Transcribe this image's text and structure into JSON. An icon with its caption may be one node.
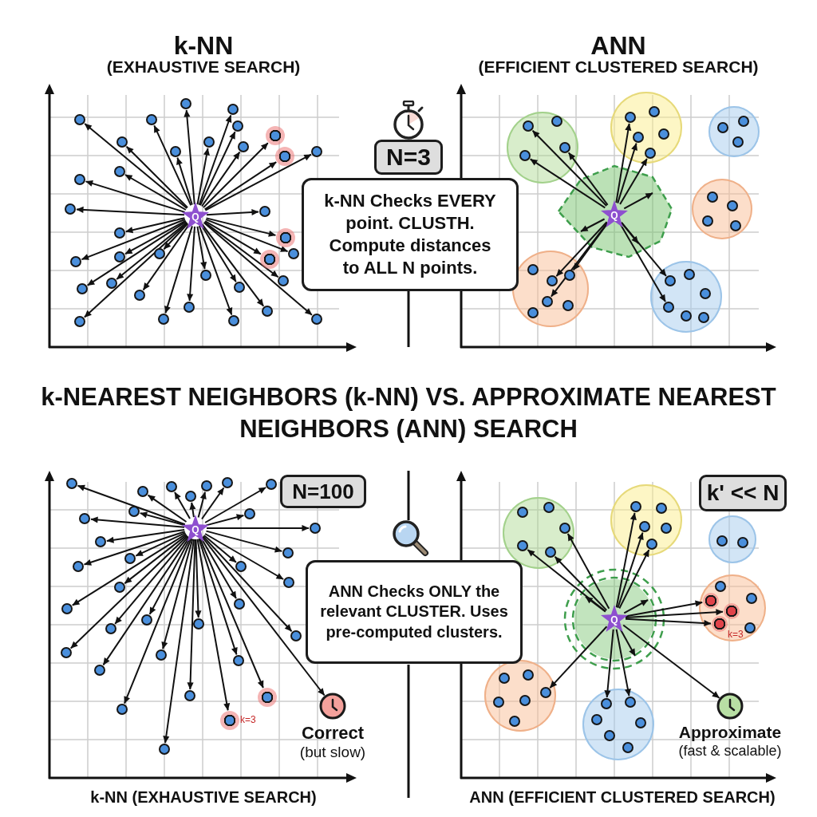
{
  "diagram": {
    "title": "k-NEAREST NEIGHBORS (k-NN) VS. APPROXIMATE NEAREST NEIGHBORS (ANN) SEARCH",
    "nodes": [
      {
        "text": [
          "Q"
        ]
      },
      {
        "text": [],
        "shape": "circle"
      },
      {
        "text": [],
        "shape": "circle"
      },
      {
        "text": [],
        "shape": "circle"
      },
      {
        "text": [],
        "shape": "circle"
      },
      {
        "text": [],
        "shape": "circle"
      },
      {
        "text": [],
        "shape": "circle"
      },
      {
        "text": [],
        "shape": "circle"
      },
      {
        "text": [],
        "shape": "circle"
      },
      {
        "text": [],
        "shape": "circle"
      },
      {
        "text": [],
        "shape": "circle"
      },
      {
        "text": [],
        "shape": "circle"
      },
      {
        "text": [],
        "shape": "circle"
      },
      {
        "text": [],
        "shape": "circle"
      },
      {
        "text": [],
        "shape": "circle"
      },
      {
        "text": [],
        "shape": "circle"
      },
      {
        "text": [],
        "shape": "circle"
      },
      {
        "text": [],
        "shape": "circle"
      },
      {
        "text": [],
        "shape": "circle"
      },
      {
        "text": [],
        "shape": "circle"
      },
      {
        "text": [],
        "shape": "circle"
      },
      {
        "text": [],
        "shape": "circle"
      },
      {
        "text": [],
        "shape": "circle"
      },
      {
        "text": [],
        "shape": "circle"
      },
      {
        "text": [],
        "shape": "circle"
      },
      {
        "text": [],
        "shape": "circle"
      },
      {
        "text": [],
        "shape": "circle"
      },
      {
        "text": [],
        "shape": "circle"
      },
      {
        "text": [],
        "shape": "circle"
      },
      {
        "text": [],
        "shape": "circle"
      },
      {
        "text": [],
        "shape": "circle"
      },
      {
        "text": [],
        "shape": "circle"
      },
      {
        "text": [],
        "shape": "circle"
      },
      {
        "text": [],
        "shape": "circle"
      },
      {
        "text": [],
        "shape": "circle"
      },
      {
        "text": [],
        "shape": "circle"
      },
      {
        "text": [
          "N=3"
        ]
      },
      {
        "text": [
          "k-NN Checks EVERY point. CLUSTH. Compute distances to ALL N points."
        ]
      },
      {
        "text": [],
        "shape": "circle"
      },
      {
        "text": [],
        "shape": "circle",
        "in": 38
      },
      {
        "text": [],
        "shape": "circle",
        "in": 38
      },
      {
        "text": [],
        "shape": "circle",
        "in": 38
      },
      {
        "text": [],
        "shape": "circle",
        "in": 38
      },
      {
        "text": [],
        "shape": "circle"
      },
      {
        "text": [],
        "shape": "circle",
        "in": 43
      },
      {
        "text": [],
        "shape": "circle",
        "in": 43
      },
      {
        "text": [],
        "shape": "circle",
        "in": 43
      },
      {
        "text": [],
        "shape": "circle",
        "in": 43
      },
      {
        "text": [],
        "shape": "circle",
        "in": 43
      },
      {
        "text": [],
        "shape": "circle"
      },
      {
        "text": [],
        "shape": "circle",
        "in": 49
      },
      {
        "text": [],
        "shape": "circle",
        "in": 49
      },
      {
        "text": [],
        "shape": "circle",
        "in": 49
      },
      {
        "text": [],
        "shape": "circle"
      },
      {
        "text": [],
        "shape": "circle",
        "in": 53
      },
      {
        "text": [],
        "shape": "circle",
        "in": 53
      },
      {
        "text": [],
        "shape": "circle",
        "in": 53
      },
      {
        "text": [],
        "shape": "circle",
        "in": 53
      },
      {
        "text": [],
        "shape": "polygon"
      },
      {
        "text": [
          "Q"
        ],
        "in": 58
      },
      {
        "text": [],
        "shape": "circle"
      },
      {
        "text": [],
        "shape": "circle",
        "in": 60
      },
      {
        "text": [],
        "shape": "circle",
        "in": 60
      },
      {
        "text": [],
        "shape": "circle",
        "in": 60
      },
      {
        "text": [],
        "shape": "circle",
        "in": 60
      },
      {
        "text": [],
        "shape": "circle",
        "in": 60
      },
      {
        "text": [],
        "shape": "circle",
        "in": 60
      },
      {
        "text": [],
        "shape": "circle"
      },
      {
        "text": [],
        "shape": "circle",
        "in": 67
      },
      {
        "text": [],
        "shape": "circle",
        "in": 67
      },
      {
        "text": [],
        "shape": "circle",
        "in": 67
      },
      {
        "text": [],
        "shape": "circle",
        "in": 67
      },
      {
        "text": [],
        "shape": "circle",
        "in": 67
      },
      {
        "text": [],
        "shape": "circle",
        "in": 67
      },
      {
        "text": [
          "N=100"
        ]
      },
      {
        "text": [
          "Q"
        ]
      },
      {
        "text": [],
        "shape": "circle"
      },
      {
        "text": [],
        "shape": "circle"
      },
      {
        "text": [],
        "shape": "circle"
      },
      {
        "text": [],
        "shape": "circle"
      },
      {
        "text": [],
        "shape": "circle"
      },
      {
        "text": [],
        "shape": "circle"
      },
      {
        "text": [],
        "shape": "circle"
      },
      {
        "text": [],
        "shape": "circle"
      },
      {
        "text": [],
        "shape": "circle"
      },
      {
        "text": [],
        "shape": "circle"
      },
      {
        "text": [],
        "shape": "circle"
      },
      {
        "text": [],
        "shape": "circle"
      },
      {
        "text": [],
        "shape": "circle"
      },
      {
        "text": [],
        "shape": "circle"
      },
      {
        "text": [],
        "shape": "circle"
      },
      {
        "text": [],
        "shape": "circle"
      },
      {
        "text": [],
        "shape": "circle"
      },
      {
        "text": [],
        "shape": "circle"
      },
      {
        "text": [],
        "shape": "circle"
      },
      {
        "text": [],
        "shape": "circle"
      },
      {
        "text": [],
        "shape": "circle"
      },
      {
        "text": [],
        "shape": "circle"
      },
      {
        "text": [],
        "shape": "circle"
      },
      {
        "text": [],
        "shape": "circle"
      },
      {
        "text": [],
        "shape": "circle"
      },
      {
        "text": [],
        "shape": "circle"
      },
      {
        "text": [],
        "shape": "circle"
      },
      {
        "text": [],
        "shape": "circle"
      },
      {
        "text": [],
        "shape": "circle",
        "beside": [
          "k=3"
        ]
      },
      {
        "text": [],
        "shape": "circle"
      },
      {
        "text": [],
        "shape": "circle"
      },
      {
        "text": [],
        "shape": "circle"
      },
      {
        "text": [],
        "shape": "circle"
      },
      {
        "text": [],
        "shape": "picture",
        "beside": [
          "Correct",
          "(but slow)"
        ]
      },
      {
        "text": [
          "ANN Checks ONLY the relevant CLUSTER. Uses pre-computed clusters."
        ]
      },
      {
        "text": [
          "k' << N"
        ]
      },
      {
        "text": [],
        "shape": "circle"
      },
      {
        "text": [],
        "shape": "circle",
        "in": 112
      },
      {
        "text": [],
        "shape": "circle",
        "in": 112
      },
      {
        "text": [],
        "shape": "circle",
        "in": 112
      },
      {
        "text": [],
        "shape": "circle",
        "in": 112
      },
      {
        "text": [],
        "shape": "circle",
        "in": 112
      },
      {
        "text": [],
        "shape": "circle"
      },
      {
        "text": [],
        "shape": "circle",
        "in": 118
      },
      {
        "text": [],
        "shape": "circle",
        "in": 118
      },
      {
        "text": [],
        "shape": "circle",
        "in": 118
      },
      {
        "text": [],
        "shape": "circle",
        "in": 118
      },
      {
        "text": [],
        "shape": "circle",
        "in": 118
      },
      {
        "text": [],
        "shape": "circle"
      },
      {
        "text": [],
        "shape": "circle",
        "in": 124
      },
      {
        "text": [],
        "shape": "circle",
        "in": 124
      },
      {
        "text": [],
        "shape": "circle"
      },
      {
        "text": [],
        "shape": "circle",
        "in": 127
      },
      {
        "text": [],
        "shape": "circle",
        "in": 127
      },
      {
        "text": [],
        "shape": "circle",
        "in": 127
      },
      {
        "text": [],
        "shape": "circle",
        "in": 127
      },
      {
        "text": [],
        "shape": "circle",
        "in": 127
      },
      {
        "text": [],
        "shape": "circle",
        "in": 127,
        "beside": [
          "k=3"
        ]
      },
      {
        "text": [],
        "shape": "circle"
      },
      {
        "text": [],
        "shape": "circle",
        "in": 134
      },
      {
        "text": [],
        "shape": "circle",
        "in": 134
      },
      {
        "text": [],
        "shape": "circle",
        "in": 134
      },
      {
        "text": [],
        "shape": "circle",
        "in": 134
      },
      {
        "text": [],
        "shape": "circle",
        "in": 134
      },
      {
        "text": [],
        "shape": "circle",
        "in": 134
      },
      {
        "text": [],
        "shape": "circle"
      },
      {
        "text": [],
        "shape": "circle",
        "in": 141
      },
      {
        "text": [],
        "shape": "circle",
        "in": 141
      },
      {
        "text": [],
        "shape": "circle",
        "in": 141
      },
      {
        "text": [],
        "shape": "circle",
        "in": 141
      },
      {
        "text": [],
        "shape": "circle",
        "in": 141
      },
      {
        "text": [],
        "shape": "circle",
        "in": 141
      },
      {
        "text": [],
        "shape": "circle"
      },
      {
        "text": [
          "Q"
        ],
        "in": 148
      },
      {
        "text": [],
        "shape": "picture",
        "beside": [
          "Approximate",
          "(fast & scalable)"
        ]
      }
    ],
    "edges": [
      {
        "from": 0,
        "to": 1,
        "arrow": "to"
      },
      {
        "from": 0,
        "to": 2,
        "arrow": "to"
      },
      {
        "from": 0,
        "to": 3,
        "arrow": "to"
      },
      {
        "from": 0,
        "to": 4,
        "arrow": "to"
      },
      {
        "from": 0,
        "to": 5,
        "arrow": "to"
      },
      {
        "from": 0,
        "to": 6,
        "arrow": "to"
      },
      {
        "from": 0,
        "to": 7,
        "arrow": "to"
      },
      {
        "from": 0,
        "to": 8,
        "arrow": "to"
      },
      {
        "from": 0,
        "to": 9,
        "arrow": "to"
      },
      {
        "from": 0,
        "to": 10,
        "arrow": "to"
      },
      {
        "from": 0,
        "to": 11,
        "arrow": "to"
      },
      {
        "from": 0,
        "to": 12,
        "arrow": "to"
      },
      {
        "from": 0,
        "to": 13,
        "arrow": "to"
      },
      {
        "from": 0,
        "to": 14,
        "arrow": "to"
      },
      {
        "from": 0,
        "to": 15,
        "arrow": "to"
      },
      {
        "from": 0,
        "to": 16,
        "arrow": "to"
      },
      {
        "from": 0,
        "to": 17,
        "arrow": "to"
      },
      {
        "from": 0,
        "to": 18,
        "arrow": "to"
      },
      {
        "from": 0,
        "to": 19,
        "arrow": "to"
      },
      {
        "from": 0,
        "to": 20,
        "arrow": "to"
      },
      {
        "from": 0,
        "to": 21,
        "arrow": "to"
      },
      {
        "from": 0,
        "to": 22,
        "arrow": "to"
      },
      {
        "from": 0,
        "to": 23,
        "arrow": "to"
      },
      {
        "from": 0,
        "to": 24,
        "arrow": "to"
      },
      {
        "from": 0,
        "to": 25,
        "arrow": "to"
      },
      {
        "from": 0,
        "to": 26,
        "arrow": "to"
      },
      {
        "from": 0,
        "to": 27,
        "arrow": "to"
      },
      {
        "from": 0,
        "to": 28,
        "arrow": "to"
      },
      {
        "from": 0,
        "to": 29,
        "arrow": "to"
      },
      {
        "from": 0,
        "to": 30,
        "arrow": "to"
      },
      {
        "from": 0,
        "to": 31,
        "arrow": "to"
      },
      {
        "from": 0,
        "to": 32,
        "arrow": "to"
      },
      {
        "from": 0,
        "to": 33,
        "arrow": "to"
      },
      {
        "from": 0,
        "to": 34,
        "arrow": "to"
      },
      {
        "from": 0,
        "to": 35,
        "arrow": "to"
      },
      {
        "from": 59,
        "to": 39,
        "arrow": "to"
      },
      {
        "from": 59,
        "to": 41,
        "arrow": "to"
      },
      {
        "from": 59,
        "to": 42,
        "arrow": "to"
      },
      {
        "from": 59,
        "to": 44,
        "arrow": "to"
      },
      {
        "from": 59,
        "to": 46,
        "arrow": "to"
      },
      {
        "from": 59,
        "to": 48,
        "arrow": "to"
      },
      {
        "from": 59,
        "to": 62,
        "arrow": "to"
      },
      {
        "from": 59,
        "to": 63,
        "arrow": "to"
      },
      {
        "from": 59,
        "to": 64,
        "arrow": "to"
      },
      {
        "from": 59,
        "to": 68,
        "arrow": "to"
      },
      {
        "from": 59,
        "to": 71,
        "arrow": "to"
      },
      {
        "from": 59,
        "to": null,
        "arrow": "to"
      },
      {
        "from": 59,
        "to": null,
        "arrow": "to"
      },
      {
        "from": 59,
        "to": null,
        "arrow": "to"
      },
      {
        "from": 75,
        "to": 76,
        "arrow": "to"
      },
      {
        "from": 75,
        "to": 77,
        "arrow": "to"
      },
      {
        "from": 75,
        "to": 78,
        "arrow": "to"
      },
      {
        "from": 75,
        "to": 79,
        "arrow": "to"
      },
      {
        "from": 75,
        "to": 80,
        "arrow": "to"
      },
      {
        "from": 75,
        "to": 81,
        "arrow": "to"
      },
      {
        "from": 75,
        "to": 82,
        "arrow": "to"
      },
      {
        "from": 75,
        "to": 83,
        "arrow": "to"
      },
      {
        "from": 75,
        "to": 84,
        "arrow": "to"
      },
      {
        "from": 75,
        "to": 85,
        "arrow": "to"
      },
      {
        "from": 75,
        "to": 86,
        "arrow": "to"
      },
      {
        "from": 75,
        "to": 87,
        "arrow": "to"
      },
      {
        "from": 75,
        "to": 88,
        "arrow": "to"
      },
      {
        "from": 75,
        "to": 89,
        "arrow": "to"
      },
      {
        "from": 75,
        "to": 90,
        "arrow": "to"
      },
      {
        "from": 75,
        "to": 91,
        "arrow": "to"
      },
      {
        "from": 75,
        "to": 92,
        "arrow": "to"
      },
      {
        "from": 75,
        "to": 93,
        "arrow": "to"
      },
      {
        "from": 75,
        "to": 94,
        "arrow": "to"
      },
      {
        "from": 75,
        "to": 95,
        "arrow": "to"
      },
      {
        "from": 75,
        "to": 96,
        "arrow": "to"
      },
      {
        "from": 75,
        "to": 97,
        "arrow": "to"
      },
      {
        "from": 75,
        "to": 98,
        "arrow": "to"
      },
      {
        "from": 75,
        "to": 99,
        "arrow": "to"
      },
      {
        "from": 75,
        "to": 100,
        "arrow": "to"
      },
      {
        "from": 75,
        "to": 101,
        "arrow": "to"
      },
      {
        "from": 75,
        "to": 102,
        "arrow": "to"
      },
      {
        "from": 75,
        "to": 103,
        "arrow": "to"
      },
      {
        "from": 75,
        "to": 104,
        "arrow": "to"
      },
      {
        "from": 75,
        "to": 105,
        "arrow": "to"
      },
      {
        "from": 75,
        "to": 106,
        "arrow": "to"
      },
      {
        "from": 75,
        "to": 107,
        "arrow": "to"
      },
      {
        "from": 75,
        "to": 108,
        "arrow": "to"
      },
      {
        "from": 75,
        "to": 109,
        "arrow": "to"
      },
      {
        "from": 149,
        "to": 115,
        "arrow": "to"
      },
      {
        "from": 149,
        "to": 116,
        "arrow": "to"
      },
      {
        "from": 149,
        "to": 117,
        "arrow": "to"
      },
      {
        "from": 149,
        "to": 119,
        "arrow": "to"
      },
      {
        "from": 149,
        "to": 121,
        "arrow": "to"
      },
      {
        "from": 149,
        "to": 123,
        "arrow": "to"
      },
      {
        "from": 149,
        "to": 131,
        "arrow": "to"
      },
      {
        "from": 149,
        "to": 132,
        "arrow": "to"
      },
      {
        "from": 149,
        "to": 133,
        "arrow": "to"
      },
      {
        "from": 149,
        "to": 139,
        "arrow": "to"
      },
      {
        "from": 149,
        "to": 142,
        "arrow": "to"
      },
      {
        "from": 149,
        "to": 143,
        "arrow": "to"
      },
      {
        "from": 149,
        "to": 150,
        "arrow": "to"
      },
      {
        "from": 149,
        "to": null,
        "arrow": "to"
      },
      {
        "from": 149,
        "to": null,
        "arrow": "to"
      },
      {
        "from": 149,
        "to": null,
        "arrow": "to"
      }
    ],
    "labels": [
      "k-NN",
      "(EXHAUSTIVE SEARCH)",
      "ANN",
      "(EFFICIENT CLUSTERED SEARCH)",
      "k-NN (EXHAUSTIVE SEARCH)",
      "ANN (EFFICIENT CLUSTERED SEARCH)"
    ]
  }
}
